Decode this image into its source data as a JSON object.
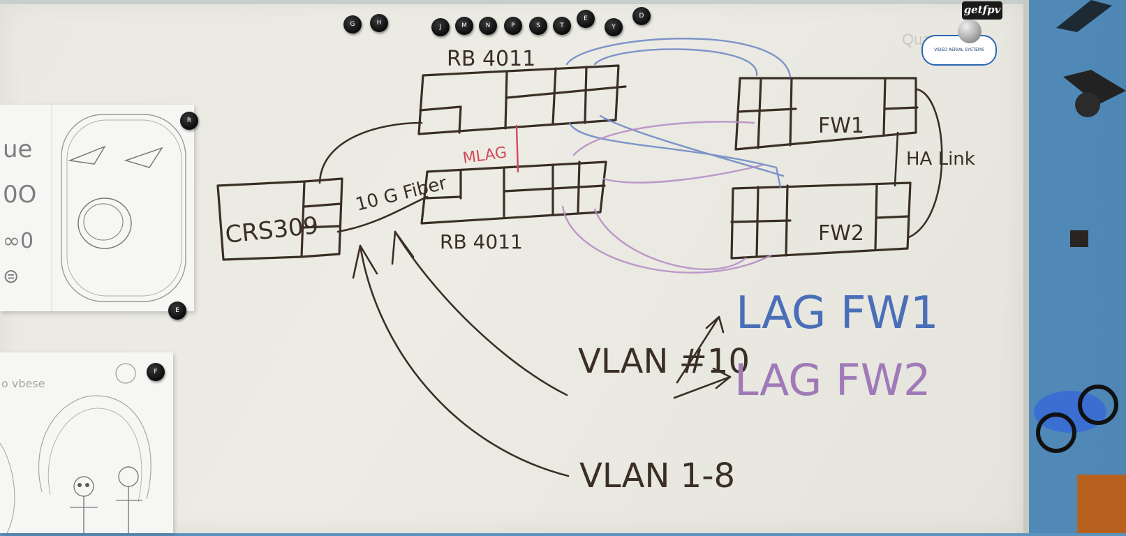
{
  "magnets_top": [
    "G",
    "H",
    "J",
    "M",
    "N",
    "P",
    "S",
    "T",
    "E",
    "Y",
    "D"
  ],
  "magnets_side": [
    "R",
    "E",
    "F"
  ],
  "watermark": "Quar",
  "stickers": {
    "getfpv": "getfpv",
    "vas": "VIDEO AERIAL SYSTEMS"
  },
  "diagram": {
    "router_top": "RB 4011",
    "router_bottom": "RB 4011",
    "core_switch": "CRS309",
    "fiber": "10 G Fiber",
    "mlag": "MLAG",
    "fw1": "FW1",
    "fw2": "FW2",
    "ha_link": "HA Link",
    "vlan_lag": "VLAN #10",
    "lag_fw1": "LAG FW1",
    "lag_fw2": "LAG FW2",
    "vlan_range": "VLAN 1-8"
  },
  "colors": {
    "marker_black": "#3a2f24",
    "marker_blue": "#4a6fb8",
    "marker_purple": "#a07ab8",
    "marker_red": "#d24a5a"
  }
}
